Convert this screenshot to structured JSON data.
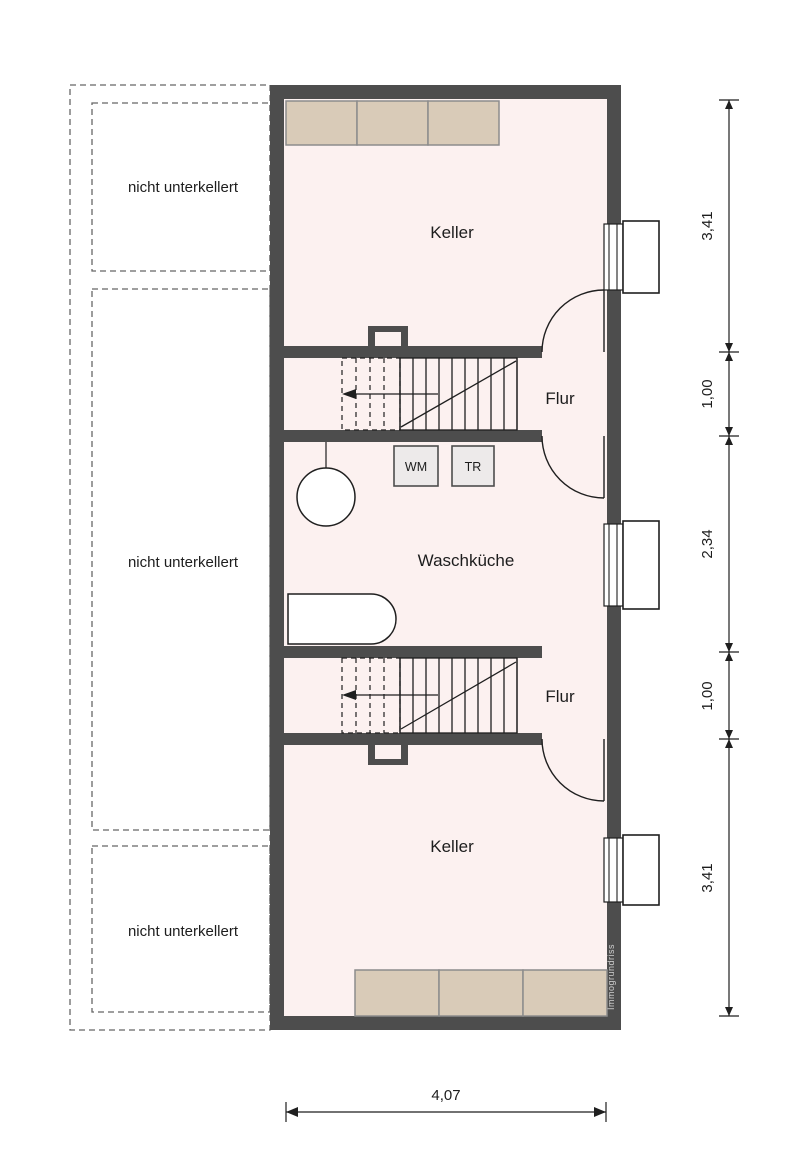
{
  "meta": {
    "brand": "Immogrundriss"
  },
  "rooms": {
    "keller_top": {
      "label": "Keller"
    },
    "flur_top": {
      "label": "Flur"
    },
    "waschkueche": {
      "label": "Waschküche"
    },
    "flur_bottom": {
      "label": "Flur"
    },
    "keller_bottom": {
      "label": "Keller"
    }
  },
  "appliances": {
    "washer": "WM",
    "dryer": "TR"
  },
  "outside": {
    "area1": "nicht unterkellert",
    "area2": "nicht unterkellert",
    "area3": "nicht unterkellert"
  },
  "dimensions": {
    "right": [
      {
        "label": "3,41"
      },
      {
        "label": "1,00"
      },
      {
        "label": "2,34"
      },
      {
        "label": "1,00"
      },
      {
        "label": "3,41"
      }
    ],
    "bottom": {
      "label": "4,07"
    }
  },
  "colors": {
    "wall": "#4d4d4d",
    "room_fill": "#fcf1f0",
    "shelf_fill": "#d9cbb8",
    "appliance_fill": "#edeaea",
    "line": "#1f1f1f",
    "dashed": "#666666"
  }
}
